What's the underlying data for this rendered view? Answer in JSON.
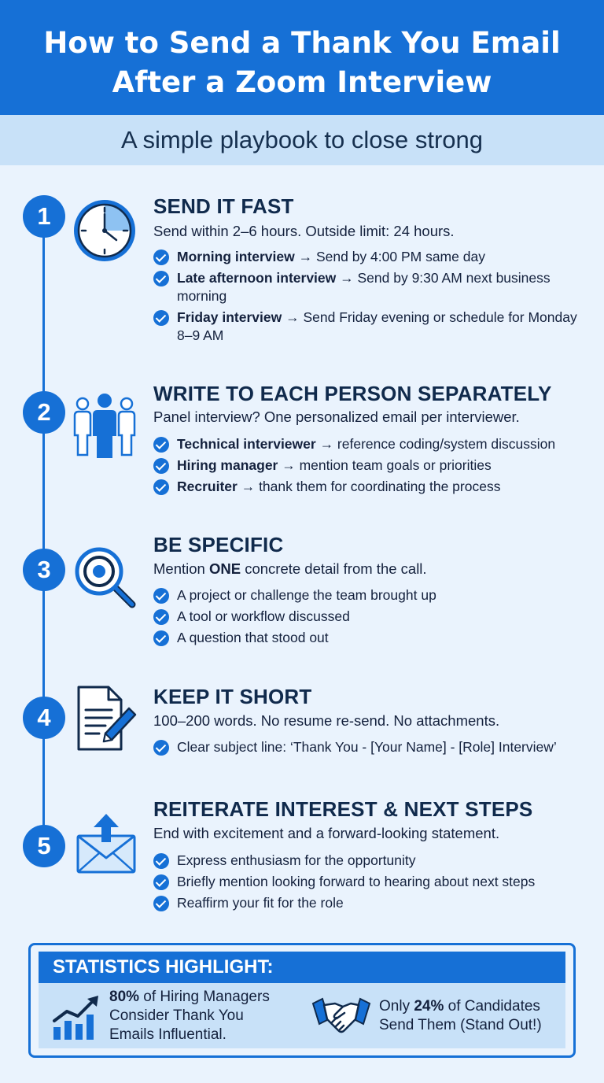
{
  "header": {
    "title_line1": "How to Send a Thank You Email",
    "title_line2": "After a Zoom Interview",
    "subtitle": "A simple playbook to close strong"
  },
  "colors": {
    "primary": "#1670d6",
    "light": "#c8e1f8",
    "background": "#eaf3fd",
    "text": "#14213d"
  },
  "sections": [
    {
      "number": "1",
      "icon": "clock-icon",
      "title": "SEND IT FAST",
      "subtitle": "Send within 2–6 hours. Outside limit: 24 hours.",
      "bullets": [
        {
          "bold": "Morning interview",
          "text": " → Send by 4:00 PM same day"
        },
        {
          "bold": "Late afternoon interview",
          "text": " → Send by 9:30 AM next business morning"
        },
        {
          "bold": "Friday interview",
          "text": " → Send Friday evening or schedule for Monday 8–9 AM"
        }
      ]
    },
    {
      "number": "2",
      "icon": "people-icon",
      "title": "WRITE TO EACH PERSON SEPARATELY",
      "subtitle": "Panel interview? One personalized email per interviewer.",
      "bullets": [
        {
          "bold": "Technical interviewer",
          "text": " → reference coding/system discussion"
        },
        {
          "bold": "Hiring manager",
          "text": " → mention team goals or priorities"
        },
        {
          "bold": "Recruiter",
          "text": " → thank them for coordinating the process"
        }
      ]
    },
    {
      "number": "3",
      "icon": "magnifier-target-icon",
      "title": "BE SPECIFIC",
      "subtitle_pre": "Mention ",
      "subtitle_bold": "ONE",
      "subtitle_post": " concrete detail from the call.",
      "bullets": [
        {
          "text": "A project or challenge the team brought up"
        },
        {
          "text": "A tool or workflow discussed"
        },
        {
          "text": "A question that stood out"
        }
      ]
    },
    {
      "number": "4",
      "icon": "document-pen-icon",
      "title": "KEEP IT SHORT",
      "subtitle": "100–200 words. No resume re-send. No attachments.",
      "bullets": [
        {
          "text": "Clear subject line: ‘Thank You - [Your Name] - [Role] Interview’"
        }
      ]
    },
    {
      "number": "5",
      "icon": "envelope-upload-icon",
      "title": "REITERATE INTEREST & NEXT STEPS",
      "subtitle": "End with excitement and a forward-looking statement.",
      "bullets": [
        {
          "text": "Express enthusiasm for the opportunity"
        },
        {
          "text": "Briefly mention looking forward to hearing about next steps"
        },
        {
          "text": "Reaffirm your fit for the role"
        }
      ]
    }
  ],
  "stats": {
    "heading": "STATISTICS HIGHLIGHT:",
    "left_bold": "80%",
    "left_line1": " of Hiring Managers",
    "left_line2": "Consider Thank You",
    "left_line3": "Emails Influential.",
    "right_pre": "Only ",
    "right_bold": "24%",
    "right_post": " of Candidates",
    "right_line2": "Send Them (Stand Out!)"
  }
}
